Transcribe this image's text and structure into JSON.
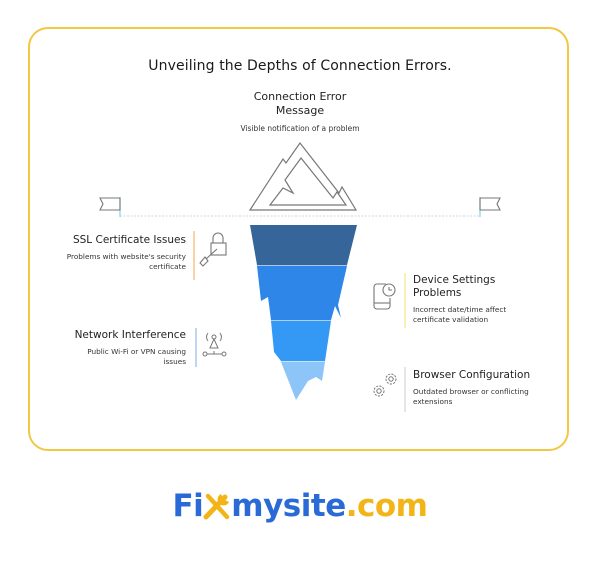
{
  "title": "Unveiling the Depths of Connection Errors.",
  "peak": {
    "title_line1": "Connection Error",
    "title_line2": "Message",
    "description": "Visible notification of a problem",
    "icon": "mountain-peak-icon"
  },
  "waterline": {
    "left_flag_icon": "flag-icon",
    "right_flag_icon": "flag-icon"
  },
  "layers": [
    {
      "color": "#36659a"
    },
    {
      "color": "#2e86e8"
    },
    {
      "color": "#3399f5"
    },
    {
      "color": "#8ec5f9"
    }
  ],
  "items": [
    {
      "title": "SSL Certificate Issues",
      "description_line1": "Problems with website's security",
      "description_line2": "certificate",
      "icon": "lock-key-icon",
      "accent": "#f5c28a",
      "side": "left"
    },
    {
      "title_line1": "Device Settings",
      "title_line2": "Problems",
      "description_line1": "Incorrect date/time affect",
      "description_line2": "certificate validation",
      "icon": "phone-clock-icon",
      "accent": "#f7ee9a",
      "side": "right"
    },
    {
      "title": "Network Interference",
      "description_line1": "Public Wi-Fi or VPN causing",
      "description_line2": "issues",
      "icon": "network-antenna-icon",
      "accent": "#a9c8ee",
      "side": "left"
    },
    {
      "title": "Browser Configuration",
      "description_line1": "Outdated browser or conflicting",
      "description_line2": "extensions",
      "icon": "gears-icon",
      "accent": "#dcdcdc",
      "side": "right"
    }
  ],
  "logo": {
    "part1": "Fi",
    "part2": "mysite",
    "part3": ".com",
    "icon": "wrench-screwdriver-icon"
  },
  "colors": {
    "card_border": "#f2c744",
    "logo_blue": "#2a6ad6",
    "logo_yellow": "#f2b417",
    "waterline": "#7fd6ee"
  }
}
